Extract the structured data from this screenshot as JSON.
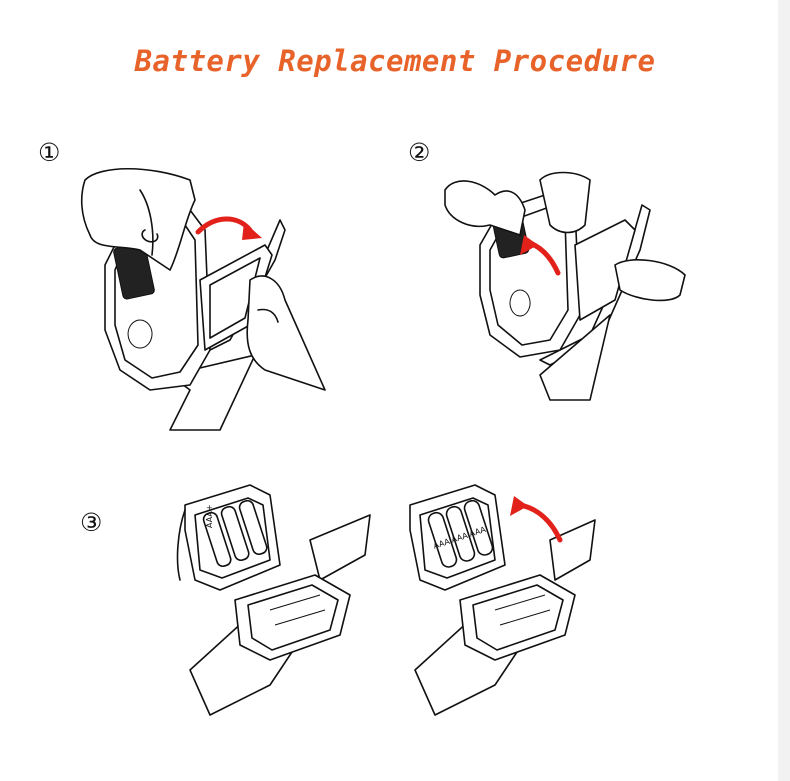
{
  "title": "Battery Replacement Procedure",
  "steps": {
    "one": "①",
    "two": "②",
    "three": "③"
  },
  "battery_label": "AAA",
  "battery_label_polarity": "AAA+",
  "colors": {
    "title": "#e8632a",
    "arrow": "#e3211b",
    "line": "#111111"
  }
}
